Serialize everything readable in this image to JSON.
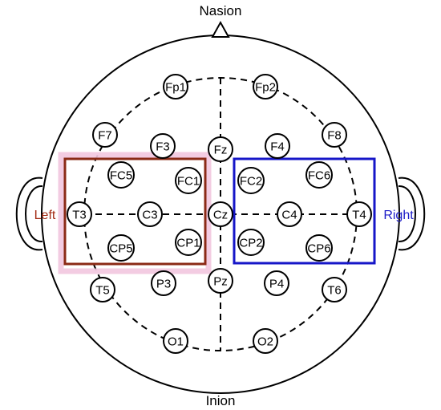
{
  "labels": {
    "top": "Nasion",
    "bottom": "Inion",
    "left": "Left",
    "right": "Right"
  },
  "colors": {
    "left_region": "#8b2a16",
    "left_region_glow": "#f2c6df",
    "right_region": "#1616c8",
    "left_text": "#a32b14",
    "right_text": "#1c1cc8",
    "stroke": "#000000"
  },
  "electrodes": [
    {
      "id": "Fp1",
      "label": "Fp1"
    },
    {
      "id": "Fp2",
      "label": "Fp2"
    },
    {
      "id": "F7",
      "label": "F7"
    },
    {
      "id": "F3",
      "label": "F3"
    },
    {
      "id": "Fz",
      "label": "Fz"
    },
    {
      "id": "F4",
      "label": "F4"
    },
    {
      "id": "F8",
      "label": "F8"
    },
    {
      "id": "FC5",
      "label": "FC5"
    },
    {
      "id": "FC1",
      "label": "FC1"
    },
    {
      "id": "FC2",
      "label": "FC2"
    },
    {
      "id": "FC6",
      "label": "FC6"
    },
    {
      "id": "T3",
      "label": "T3"
    },
    {
      "id": "C3",
      "label": "C3"
    },
    {
      "id": "Cz",
      "label": "Cz"
    },
    {
      "id": "C4",
      "label": "C4"
    },
    {
      "id": "T4",
      "label": "T4"
    },
    {
      "id": "CP5",
      "label": "CP5"
    },
    {
      "id": "CP1",
      "label": "CP1"
    },
    {
      "id": "CP2",
      "label": "CP2"
    },
    {
      "id": "CP6",
      "label": "CP6"
    },
    {
      "id": "T5",
      "label": "T5"
    },
    {
      "id": "P3",
      "label": "P3"
    },
    {
      "id": "Pz",
      "label": "Pz"
    },
    {
      "id": "P4",
      "label": "P4"
    },
    {
      "id": "T6",
      "label": "T6"
    },
    {
      "id": "O1",
      "label": "O1"
    },
    {
      "id": "O2",
      "label": "O2"
    }
  ]
}
